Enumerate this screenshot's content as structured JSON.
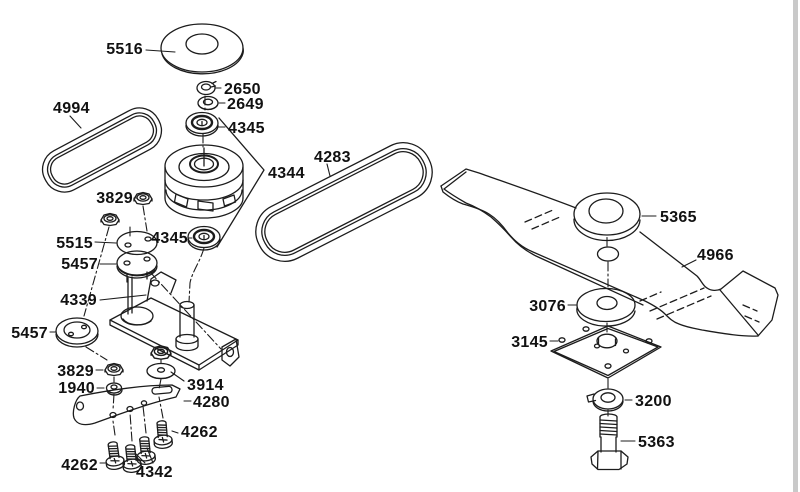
{
  "colors": {
    "line": "#1c1c1c",
    "label": "#111111",
    "page_edge": "#c9c9c9",
    "background": "#ffffff"
  },
  "callouts": {
    "c5516": "5516",
    "c2650": "2650",
    "c2649": "2649",
    "c4345_top": "4345",
    "c4994": "4994",
    "c3829_top": "3829",
    "c5515": "5515",
    "c5457_upper": "5457",
    "c4345_bottom": "4345",
    "c4344": "4344",
    "c4283": "4283",
    "c4339": "4339",
    "c5457_lower": "5457",
    "c3829_lower": "3829",
    "c1940": "1940",
    "c3914": "3914",
    "c4280": "4280",
    "c4262_right": "4262",
    "c4342": "4342",
    "c4262_left": "4262",
    "c5365": "5365",
    "c4966": "4966",
    "c3076": "3076",
    "c3145": "3145",
    "c3200": "3200",
    "c5363": "5363"
  }
}
